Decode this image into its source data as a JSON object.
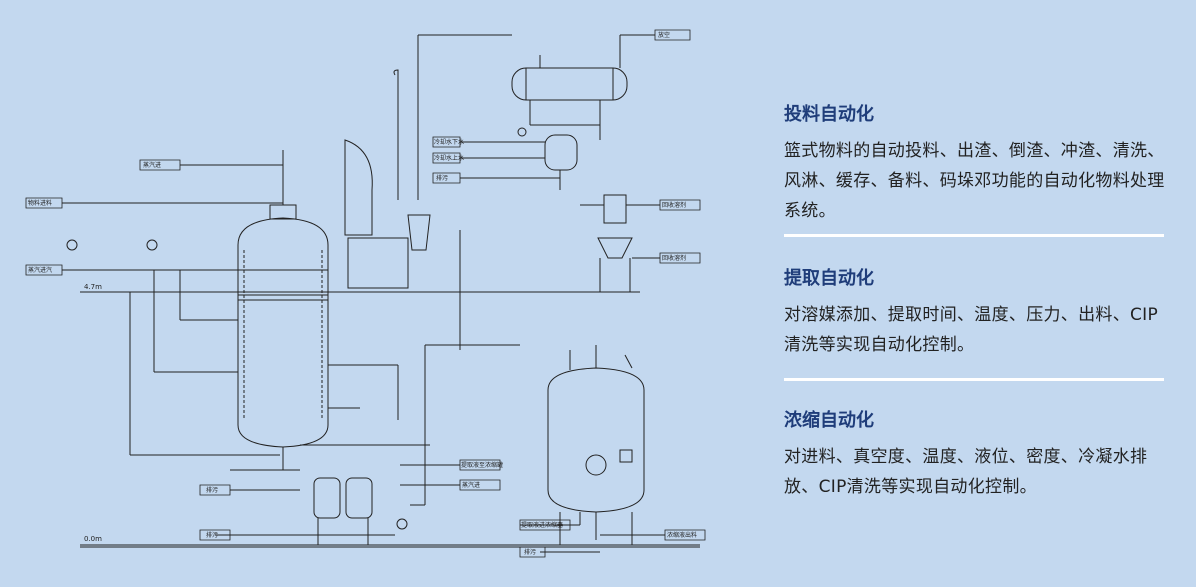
{
  "colors": {
    "background": "#c3d8ef",
    "heading": "#1f3d7a",
    "text": "#222222",
    "divider": "#ffffff",
    "line": "#222222"
  },
  "diagram": {
    "labels": {
      "vent": "放空",
      "cooling_water_out": "冷却水下水",
      "cooling_water_in": "冷却水上水",
      "drain1": "排污",
      "steam_top": "蒸汽进",
      "material_in": "物料进料",
      "steam_left": "蒸汽进汽",
      "recovery1": "回收溶剂",
      "recovery2": "回收溶剂",
      "steam_mid": "蒸汽进",
      "extract_to": "提取液至浓缩罐",
      "drain2": "排污",
      "drain3": "排污",
      "to_concentrator": "提取液进浓缩器",
      "drain4": "排污",
      "concentrate_out": "浓缩液出料",
      "level_4_7": "4.7m",
      "level_0_0": "0.0m"
    }
  },
  "sections": [
    {
      "title": "投料自动化",
      "body": "篮式物料的自动投料、出渣、倒渣、冲渣、清洗、风淋、缓存、备料、码垛邓功能的自动化物料处理系统。"
    },
    {
      "title": "提取自动化",
      "body": "对溶媒添加、提取时间、温度、压力、出料、CIP清洗等实现自动化控制。"
    },
    {
      "title": "浓缩自动化",
      "body": "对进料、真空度、温度、液位、密度、冷凝水排放、CIP清洗等实现自动化控制。"
    }
  ]
}
